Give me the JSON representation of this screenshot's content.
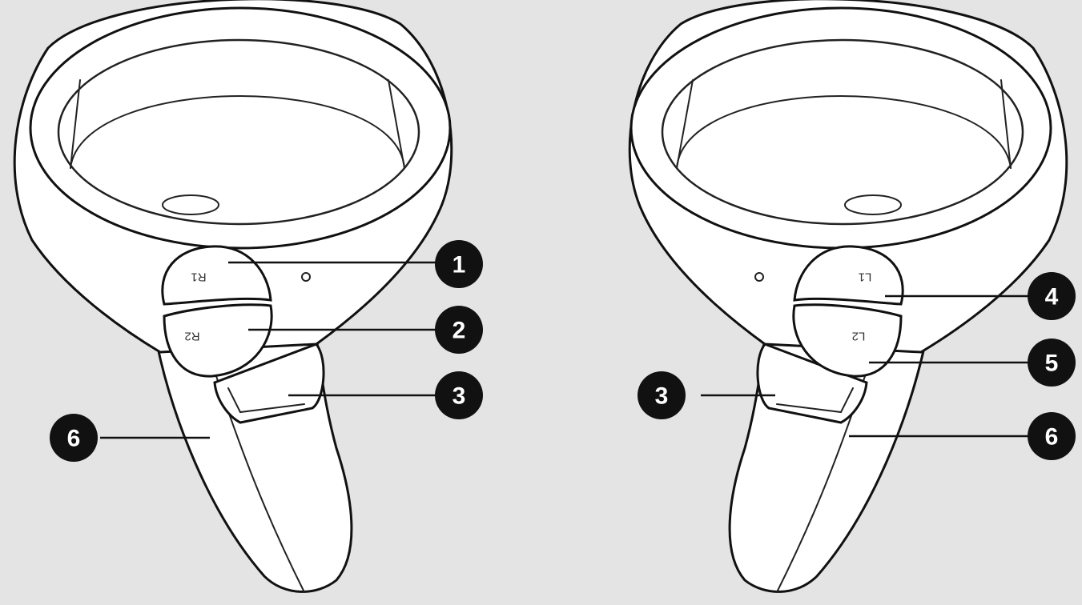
{
  "diagram": {
    "background": "#e4e4e4",
    "controllers": [
      {
        "side": "right",
        "buttons": [
          {
            "id": "top",
            "text": "R1"
          },
          {
            "id": "bottom",
            "text": "R2"
          }
        ]
      },
      {
        "side": "left",
        "buttons": [
          {
            "id": "top",
            "text": "L1"
          },
          {
            "id": "bottom",
            "text": "L2"
          }
        ]
      }
    ],
    "callouts": [
      {
        "number": "1",
        "target": "right-controller-top-button"
      },
      {
        "number": "2",
        "target": "right-controller-bottom-button"
      },
      {
        "number": "3",
        "target": "right-controller-trigger"
      },
      {
        "number": "6",
        "target": "right-controller-grip"
      },
      {
        "number": "4",
        "target": "left-controller-top-button"
      },
      {
        "number": "5",
        "target": "left-controller-bottom-button"
      },
      {
        "number": "3",
        "target": "left-controller-trigger"
      },
      {
        "number": "6",
        "target": "left-controller-grip"
      }
    ]
  }
}
